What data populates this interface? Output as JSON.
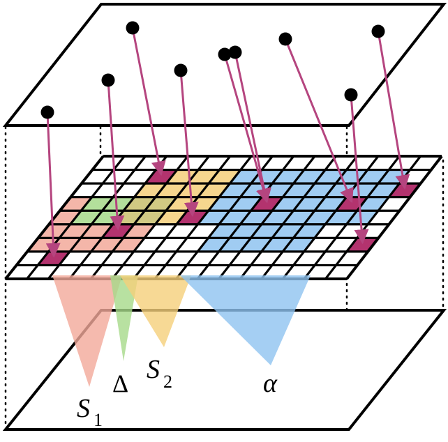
{
  "labels": {
    "s1": "S",
    "s1_sub": "1",
    "delta": "Δ",
    "s2": "S",
    "s2_sub": "2",
    "alpha": "α"
  },
  "colors": {
    "stroke": "#000000",
    "arrow": "#b5457f",
    "marked_cell": "#b3336e",
    "region_s1": "#f2a99a",
    "region_delta": "#a6d98a",
    "region_s2": "#f5cf7a",
    "region_alpha": "#8fc3f0",
    "overlap_s1_s2": "#c9c06d"
  },
  "grid": {
    "rows": 9,
    "cols": 16
  }
}
